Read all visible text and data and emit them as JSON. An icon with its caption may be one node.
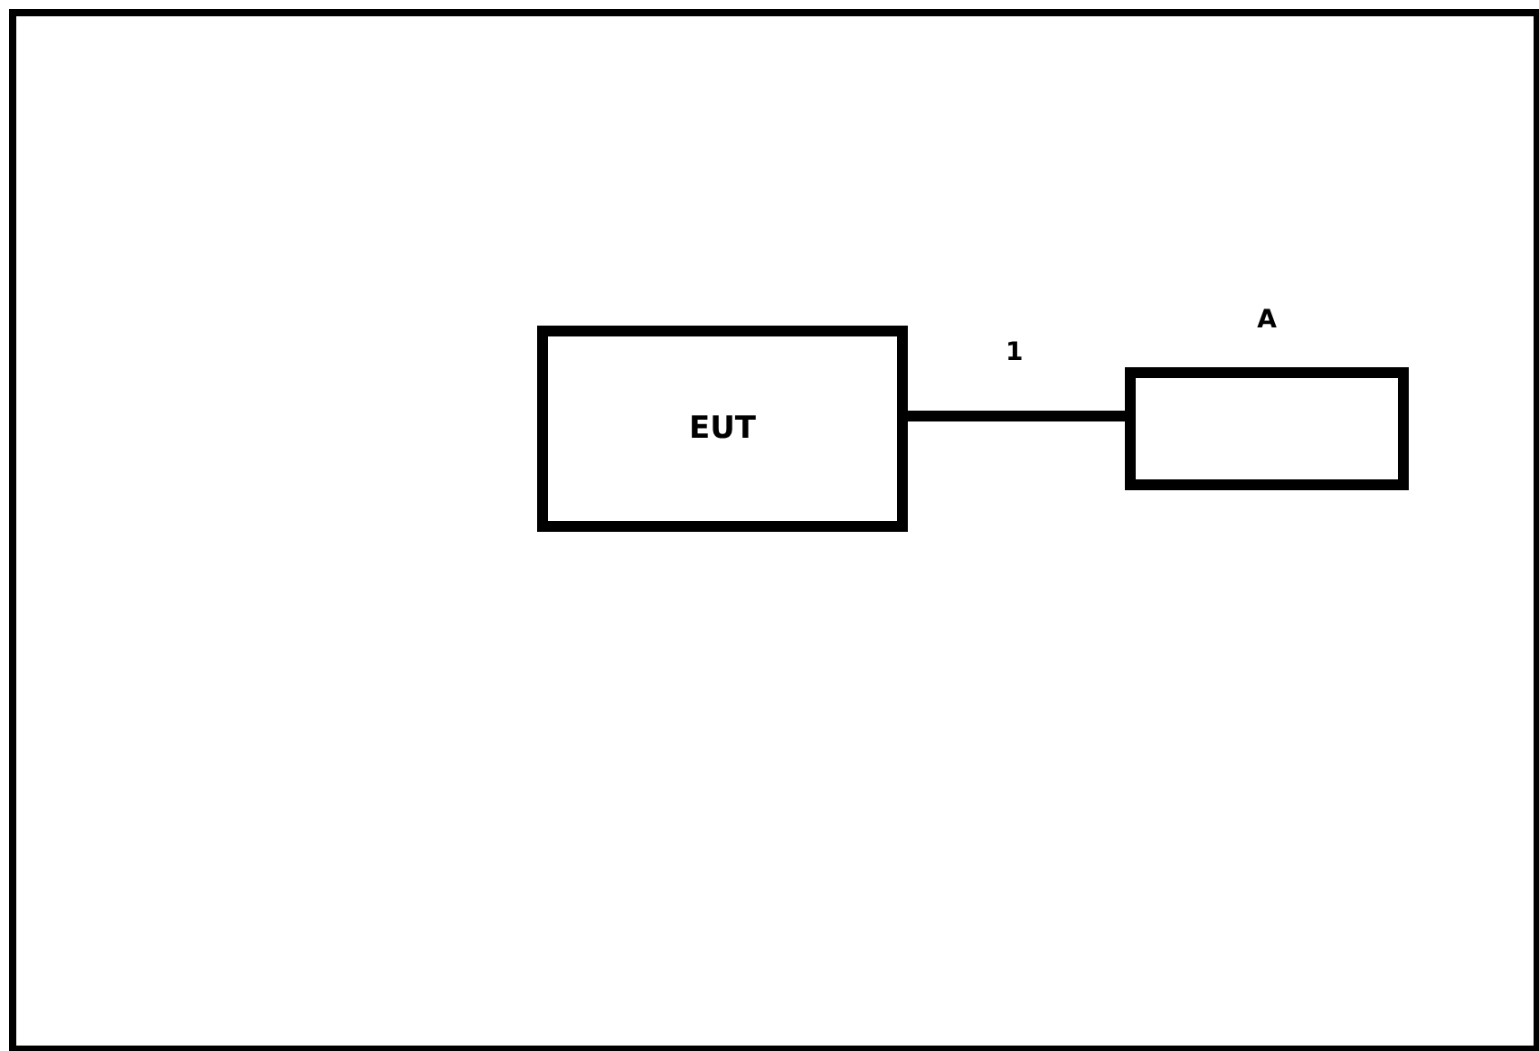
{
  "diagram": {
    "nodes": [
      {
        "text": [
          "EUT"
        ]
      },
      {
        "text": [
          "A"
        ]
      }
    ],
    "edges": [
      {
        "from": 0,
        "to": 1,
        "arrow": "none",
        "label": "1"
      }
    ]
  }
}
